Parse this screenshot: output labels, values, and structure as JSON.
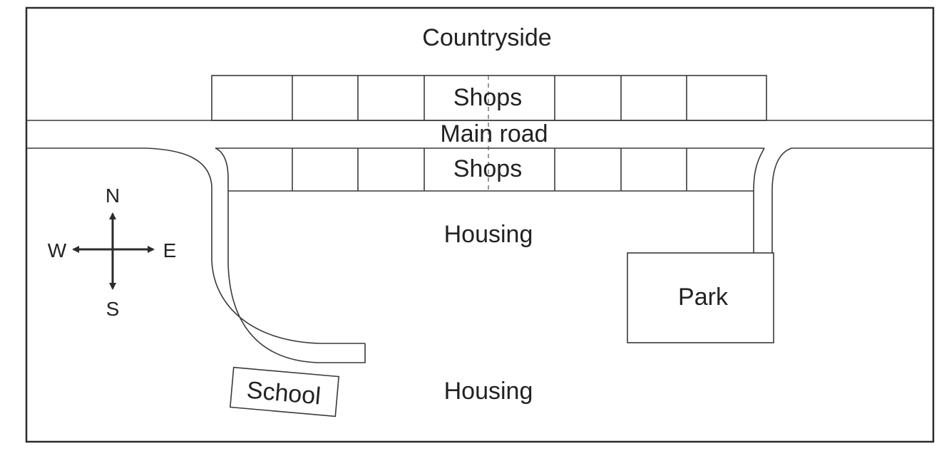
{
  "labels": {
    "countryside": "Countryside",
    "shops_north": "Shops",
    "main_road": "Main road",
    "shops_south": "Shops",
    "housing_upper": "Housing",
    "housing_lower": "Housing",
    "park": "Park",
    "school": "School"
  },
  "compass": {
    "north": "N",
    "south": "S",
    "east": "E",
    "west": "W"
  }
}
